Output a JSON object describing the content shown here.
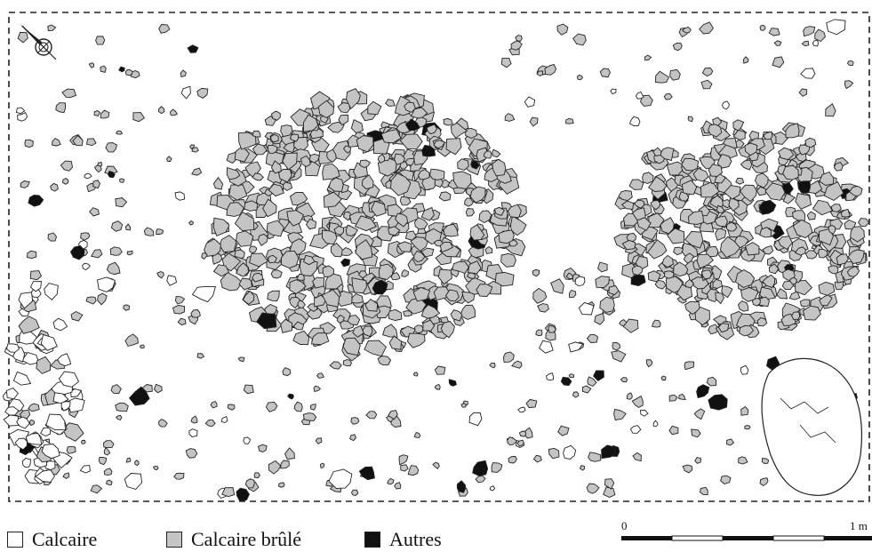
{
  "legend": [
    {
      "label": "Calcaire",
      "fill": "#ffffff"
    },
    {
      "label": "Calcaire brûlé",
      "fill": "#c4c4c4"
    },
    {
      "label": "Autres",
      "fill": "#111111"
    }
  ],
  "scale_bar": {
    "min_label": "0",
    "max_label": "1 m"
  },
  "colors": {
    "limestone": "#ffffff",
    "burnt_limestone": "#c4c4c4",
    "other": "#111111",
    "outline": "#222222"
  },
  "icons": {
    "north_arrow": "north-arrow-icon"
  }
}
